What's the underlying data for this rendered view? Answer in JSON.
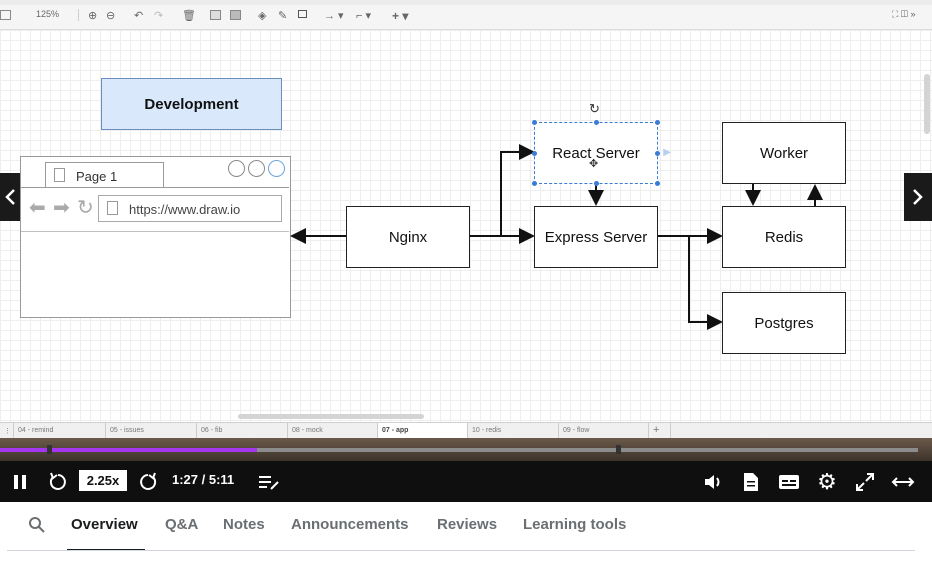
{
  "toolbar": {
    "zoom": "125%"
  },
  "diagram": {
    "dev_label": "Development",
    "browser_tab": "Page 1",
    "browser_url": "https://www.draw.io",
    "nodes": {
      "nginx": "Nginx",
      "react": "React Server",
      "express": "Express Server",
      "worker": "Worker",
      "redis": "Redis",
      "postgres": "Postgres"
    }
  },
  "sheets": [
    "04 - remind",
    "05 - issues",
    "06 - fib",
    "08 - mock",
    "07 - app",
    "10 - redis",
    "09 - flow"
  ],
  "player": {
    "speed": "2.25x",
    "time": "1:27 / 5:11",
    "progress_fraction": 0.28
  },
  "course_tabs": {
    "overview": "Overview",
    "qa": "Q&A",
    "notes": "Notes",
    "announcements": "Announcements",
    "reviews": "Reviews",
    "learning_tools": "Learning tools"
  },
  "colors": {
    "accent": "#a435f0",
    "dev_fill": "#dae8fc",
    "dev_border": "#6c8ebf",
    "selection": "#3a7bd5"
  }
}
